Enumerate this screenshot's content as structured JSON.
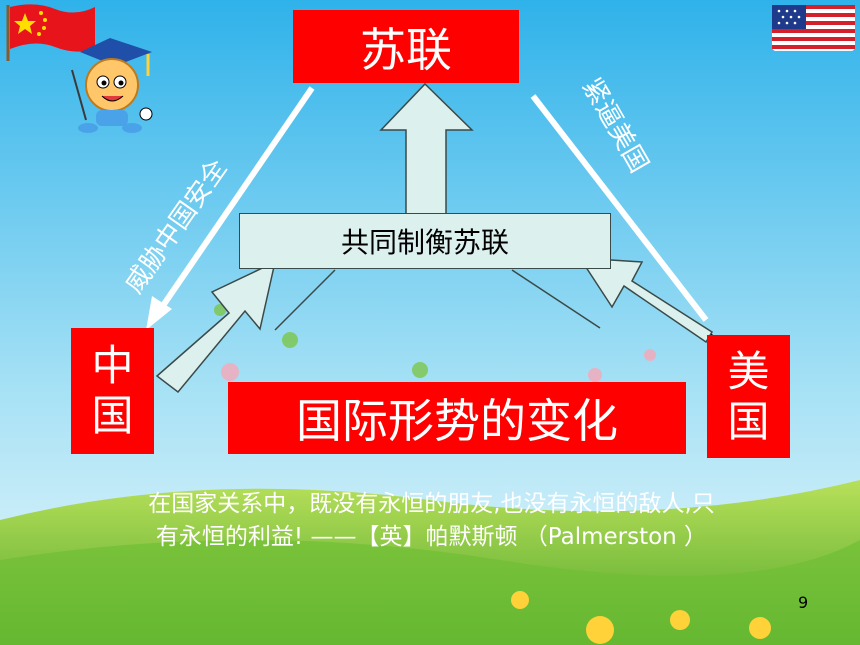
{
  "slide": {
    "top_box": "苏联",
    "left_box": [
      "中",
      "国"
    ],
    "right_box": [
      "美",
      "国"
    ],
    "bottom_box": "国际形势的变化",
    "center_box": "共同制衡苏联",
    "left_side_label": "威胁中国安全",
    "right_side_label": "紧逼美国",
    "quote_line1": "在国家关系中，既没有永恒的朋友,也没有永恒的敌人,只",
    "quote_line2": "有永恒的利益! ——【英】帕默斯顿 （Palmerston ）",
    "page_number": "9"
  },
  "colors": {
    "box_red": "#ff0000",
    "center_fill": "#dcf0ee",
    "sky": "#4fc4ef",
    "grass": "#8fd23a"
  },
  "icons": [
    "china-flag-icon",
    "usa-flag-icon",
    "mascot-graduate-icon"
  ]
}
